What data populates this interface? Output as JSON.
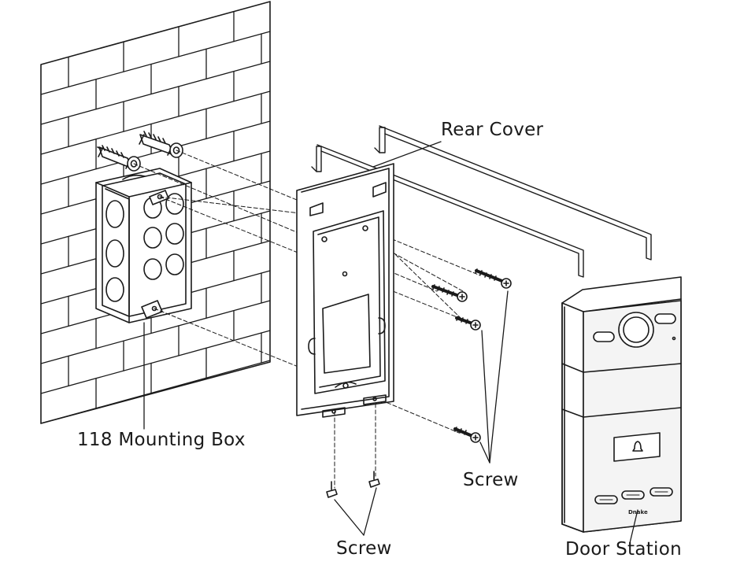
{
  "labels": {
    "rear_cover": "Rear Cover",
    "mounting_box": "118 Mounting Box",
    "screw_right": "Screw",
    "screw_bottom": "Screw",
    "door_station": "Door Station"
  },
  "door_station_brand": "Dnake",
  "colors": {
    "line": "#1a1a1a",
    "background": "#ffffff",
    "panel_fill": "#f4f4f4"
  }
}
